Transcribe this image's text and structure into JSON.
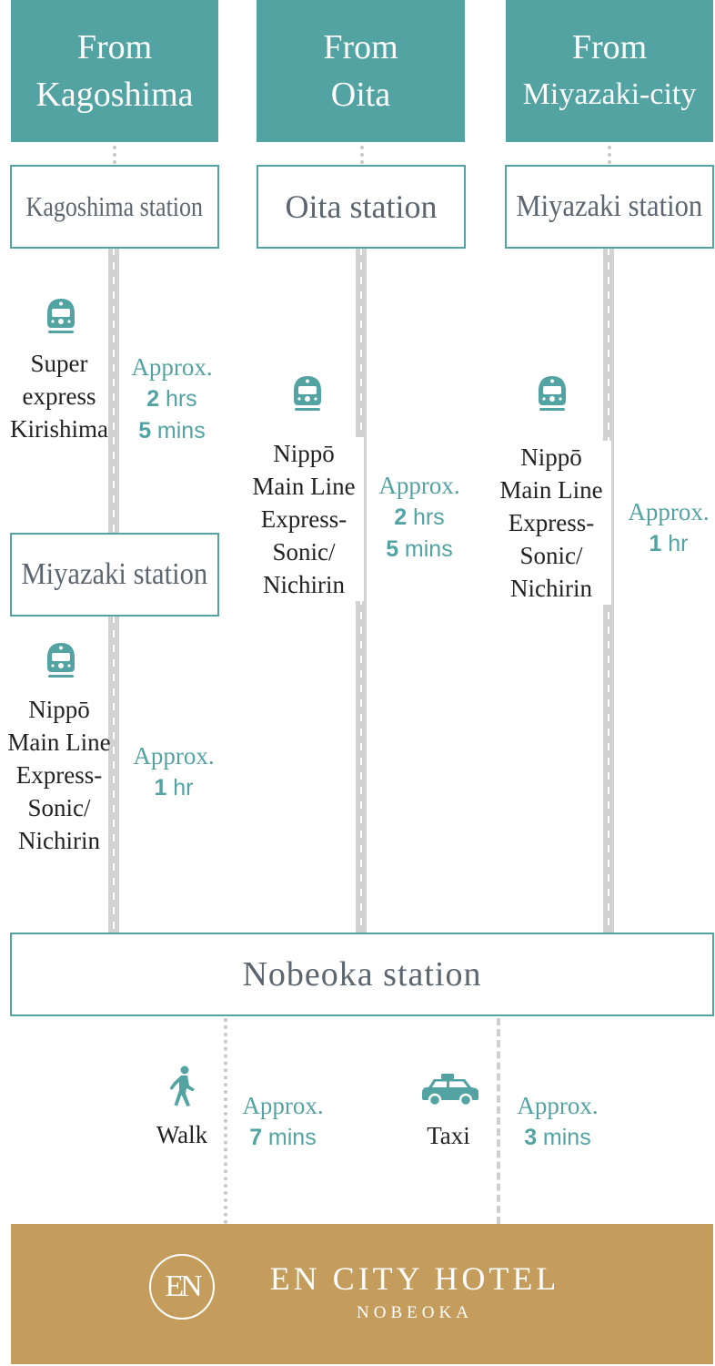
{
  "origins": [
    {
      "line1": "From",
      "line2": "Kagoshima"
    },
    {
      "line1": "From",
      "line2": "Oita"
    },
    {
      "line1": "From",
      "line2": "Miyazaki-city"
    }
  ],
  "stations": {
    "kagoshima": "Kagoshima station",
    "oita": "Oita station",
    "miyazaki_top": "Miyazaki station",
    "miyazaki_mid": "Miyazaki station",
    "nobeoka": "Nobeoka station"
  },
  "segments": {
    "kagoshima_miyazaki": {
      "line": "Super\nexpress\nKirishima",
      "approx": "Approx.",
      "num1": "2",
      "unit1": "hrs",
      "num2": "5",
      "unit2": "mins"
    },
    "miyazaki_nobeoka": {
      "line": "Nippō\nMain Line\nExpress-\nSonic/\nNichirin",
      "approx": "Approx.",
      "num1": "1",
      "unit1": "hr"
    },
    "oita_nobeoka": {
      "line": "Nippō\nMain Line\nExpress-\nSonic/\nNichirin",
      "approx": "Approx.",
      "num1": "2",
      "unit1": "hrs",
      "num2": "5",
      "unit2": "mins"
    },
    "miyazakicity_nobeoka": {
      "line": "Nippō\nMain Line\nExpress-\nSonic/\nNichirin",
      "approx": "Approx.",
      "num1": "1",
      "unit1": "hr"
    }
  },
  "last_mile": {
    "walk": {
      "label": "Walk",
      "approx": "Approx.",
      "num": "7",
      "unit": "mins"
    },
    "taxi": {
      "label": "Taxi",
      "approx": "Approx.",
      "num": "3",
      "unit": "mins"
    }
  },
  "hotel": {
    "logo_text": "EN",
    "name": "EN CITY HOTEL",
    "city": "NOBEOKA"
  },
  "icons": {
    "train": "train-icon",
    "walk": "walking-person-icon",
    "taxi": "taxi-icon"
  },
  "colors": {
    "teal": "#52a3a2",
    "gold": "#c49c5c",
    "track": "#d2d2d2"
  }
}
